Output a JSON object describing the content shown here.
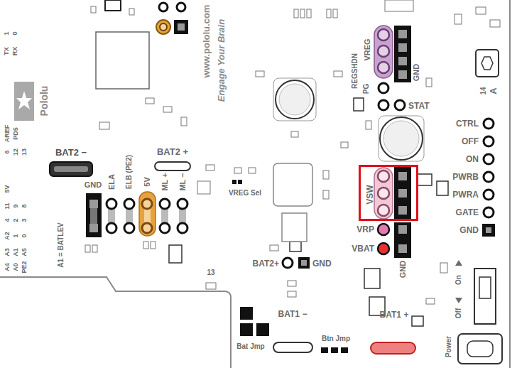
{
  "diagram": {
    "nodes": [
      {
        "text": [
          "VSW"
        ]
      }
    ],
    "labels": [
      "1",
      "TX",
      "0",
      "RX",
      "AREF",
      "PD5",
      "6",
      "12",
      "13",
      "5V",
      "11",
      "9",
      "8",
      "4",
      "2",
      "3",
      "A2",
      "1",
      "0",
      "A3",
      "A1",
      "A5",
      "A4",
      "A0",
      "PE2",
      "A1 = BATLEV",
      "Pololu",
      "www.pololu.com",
      "Engage Your Brain",
      "BAT2 −",
      "GND",
      "ELA",
      "ELB (PE2)",
      "5V",
      "ML +",
      "ML −",
      "BAT2 +",
      "VREG Sel",
      "BAT2+",
      "GND",
      "13",
      "REGSHDN",
      "PG",
      "VREG",
      "GND",
      "STAT",
      "CTRL",
      "OFF",
      "ON",
      "PWRB",
      "PWRA",
      "GATE",
      "GND",
      "14",
      "A",
      "VRP",
      "VBAT",
      "GND",
      "Bat Jmp",
      "BAT1 −",
      "Btn Jmp",
      "BAT1 +",
      "Power",
      "Off",
      "On"
    ]
  }
}
